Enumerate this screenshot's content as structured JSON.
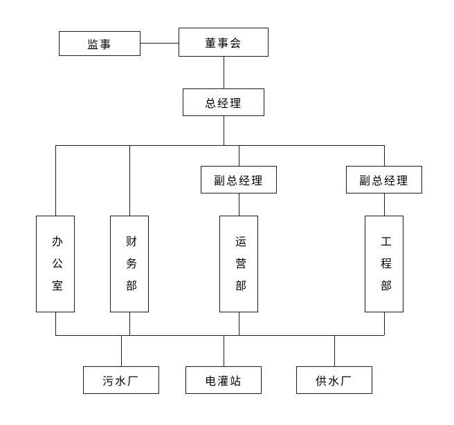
{
  "diagram": {
    "type": "org-chart",
    "nodes": {
      "supervisor": {
        "label": "监事"
      },
      "board": {
        "label": "董事会"
      },
      "general_manager": {
        "label": "总经理"
      },
      "deputy_gm_1": {
        "label": "副总经理"
      },
      "deputy_gm_2": {
        "label": "副总经理"
      },
      "office": {
        "label": "办公室"
      },
      "finance_dept": {
        "label": "财务部"
      },
      "operations_dept": {
        "label": "运营部"
      },
      "engineering_dept": {
        "label": "工程部"
      },
      "sewage_plant": {
        "label": "污水厂"
      },
      "irrigation_station": {
        "label": "电灌站"
      },
      "water_supply_plant": {
        "label": "供水厂"
      }
    },
    "edges": [
      [
        "supervisor",
        "board"
      ],
      [
        "board",
        "general_manager"
      ],
      [
        "general_manager",
        "office"
      ],
      [
        "general_manager",
        "finance_dept"
      ],
      [
        "general_manager",
        "deputy_gm_1"
      ],
      [
        "general_manager",
        "deputy_gm_2"
      ],
      [
        "deputy_gm_1",
        "operations_dept"
      ],
      [
        "deputy_gm_2",
        "engineering_dept"
      ],
      [
        "office",
        "bottom_bus"
      ],
      [
        "finance_dept",
        "bottom_bus"
      ],
      [
        "operations_dept",
        "bottom_bus"
      ],
      [
        "engineering_dept",
        "bottom_bus"
      ],
      [
        "bottom_bus",
        "sewage_plant"
      ],
      [
        "bottom_bus",
        "irrigation_station"
      ],
      [
        "bottom_bus",
        "water_supply_plant"
      ]
    ],
    "colors": {
      "line": "#1a1a1a",
      "box_border": "#1a1a1a",
      "background": "#ffffff",
      "text": "#000000"
    }
  }
}
